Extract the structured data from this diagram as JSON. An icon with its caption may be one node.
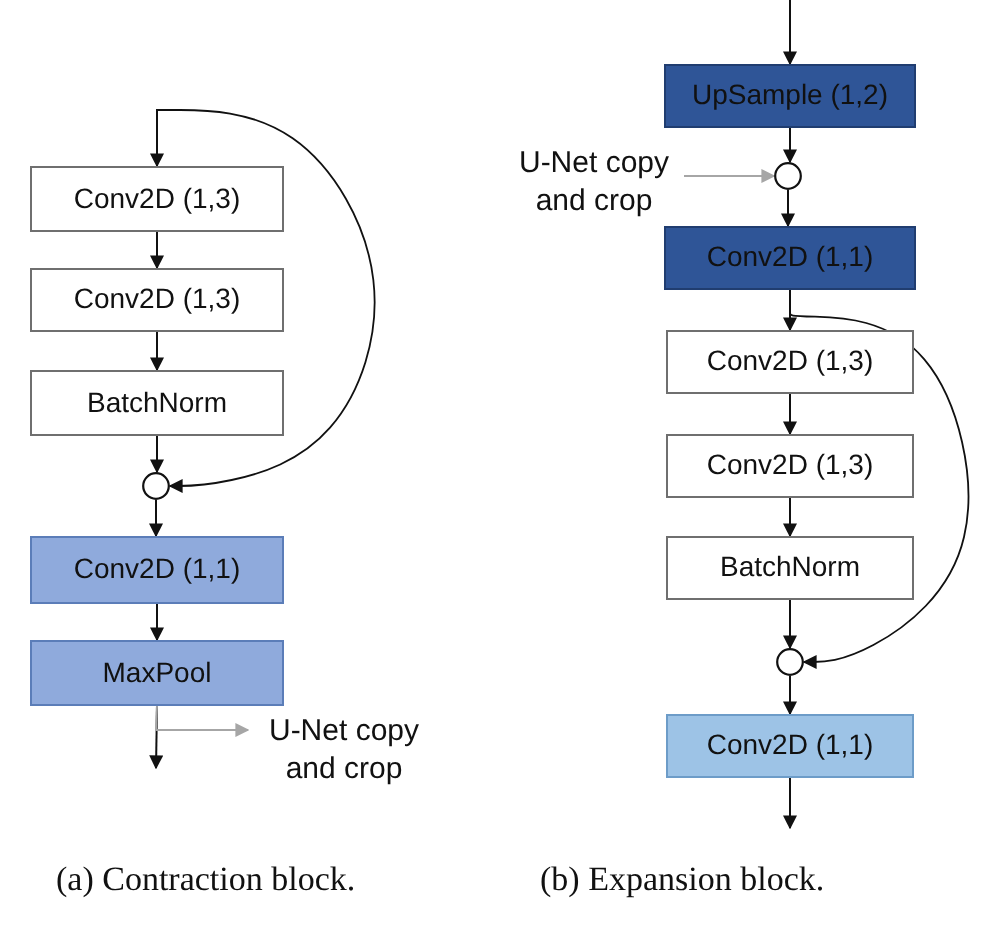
{
  "diagram": {
    "nodes": [
      {
        "text": [
          "Conv2D (1,3)"
        ]
      },
      {
        "text": [
          "Conv2D (1,3)"
        ]
      },
      {
        "text": [
          "BatchNorm"
        ]
      },
      {
        "text": [],
        "shape": "circle"
      },
      {
        "text": [
          "Conv2D (1,1)"
        ]
      },
      {
        "text": [
          "MaxPool"
        ]
      },
      {
        "text": [
          "U-Net copy and crop"
        ]
      },
      {
        "text": [
          "UpSample (1,2)"
        ]
      },
      {
        "text": [
          "U-Net copy and crop"
        ]
      },
      {
        "text": [],
        "shape": "circle"
      },
      {
        "text": [
          "Conv2D (1,1)"
        ]
      },
      {
        "text": [
          "Conv2D (1,3)"
        ]
      },
      {
        "text": [
          "Conv2D (1,3)"
        ]
      },
      {
        "text": [
          "BatchNorm"
        ]
      },
      {
        "text": [],
        "shape": "circle"
      },
      {
        "text": [
          "Conv2D (1,1)"
        ]
      }
    ],
    "edges": [
      {
        "from": null,
        "to": 0,
        "arrow": "to"
      },
      {
        "from": null,
        "to": 3,
        "arrow": "to"
      },
      {
        "from": 0,
        "to": 1,
        "arrow": "to"
      },
      {
        "from": 1,
        "to": 2,
        "arrow": "to"
      },
      {
        "from": 2,
        "to": 3,
        "arrow": "to"
      },
      {
        "from": 3,
        "to": 4,
        "arrow": "to"
      },
      {
        "from": 4,
        "to": 5,
        "arrow": "to"
      },
      {
        "from": 5,
        "to": null,
        "arrow": "to"
      },
      {
        "from": 5,
        "to": 6,
        "arrow": "to",
        "color": "#a6a6a6"
      },
      {
        "from": null,
        "to": 7,
        "arrow": "to"
      },
      {
        "from": 7,
        "to": 9,
        "arrow": "to"
      },
      {
        "from": 8,
        "to": 9,
        "arrow": "to",
        "color": "#a6a6a6"
      },
      {
        "from": 9,
        "to": 10,
        "arrow": "to"
      },
      {
        "from": 10,
        "to": 11,
        "arrow": "to"
      },
      {
        "from": 10,
        "to": 14,
        "arrow": "to"
      },
      {
        "from": 11,
        "to": 12,
        "arrow": "to"
      },
      {
        "from": 12,
        "to": 13,
        "arrow": "to"
      },
      {
        "from": 13,
        "to": 14,
        "arrow": "to"
      },
      {
        "from": 14,
        "to": 15,
        "arrow": "to"
      },
      {
        "from": 15,
        "to": null,
        "arrow": "to"
      }
    ],
    "labels": [
      "(a) Contraction block.",
      "(b) Expansion block."
    ]
  }
}
